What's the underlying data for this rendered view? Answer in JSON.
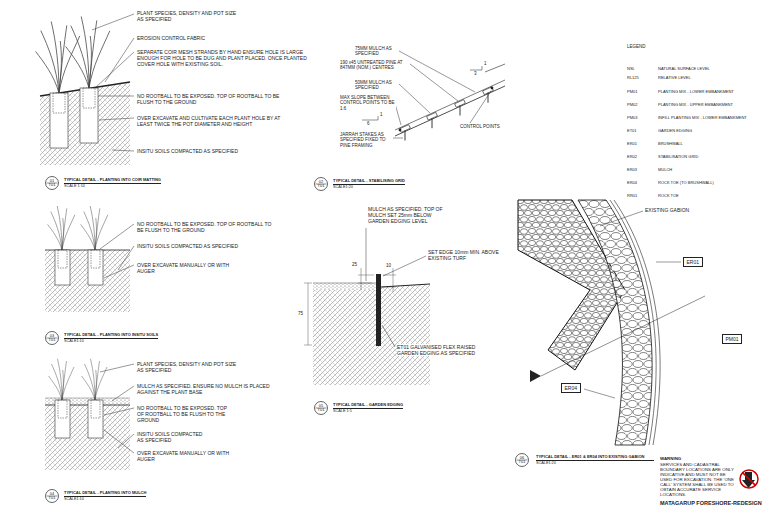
{
  "diagram": {
    "nodes": [
      {
        "text": [
          "01",
          "T01"
        ]
      },
      {
        "text": [
          "02",
          "T01"
        ]
      },
      {
        "text": [
          "03",
          "T01"
        ]
      },
      {
        "text": [
          "04",
          "T01"
        ]
      },
      {
        "text": [
          "05",
          "T01"
        ]
      },
      {
        "text": [
          "06",
          "T01"
        ]
      },
      {
        "text": [
          "ER01"
        ]
      },
      {
        "text": [
          "PM01"
        ]
      },
      {
        "text": [
          "ER04"
        ]
      }
    ],
    "labels": [
      "PLANT SPECIES, DENSITY AND POT SIZE AS SPECIFIED",
      "EROSION CONTROL FABRIC",
      "SEPARATE COIR MESH STRANDS BY HAND ENSURE HOLE IS LARGE ENOUGH FOR HOLE TO BE DUG AND PLANT PLACED. ONCE PLANTED COVER HOLE WITH EXISTING SOIL.",
      "NO ROOTBALL TO BE EXPOSED. TOP OF ROOTBALL TO BE FLUSH TO THE GROUND",
      "OVER EXCAVATE AND CULTIVATE EACH PLANT HOLE BY AT LEAST TWICE THE POT DIAMETER AND HEIGHT",
      "INSITU SOILS COMPACTED AS SPECIFIED",
      "TYPICAL DETAIL - PLANTING INTO COIR MATTING",
      "SCALE 1:10",
      "75MM MULCH AS SPECIFIED",
      "190 x45 UNTREATED PINE AT 847MM (NOM.) CENTRES",
      "50MM MULCH AS SPECIFIED",
      "MAX SLOPE BETWEEN CONTROL POINTS TO BE 1:6",
      "6",
      "1",
      "3",
      "1",
      "JARRAH STAKES AS SPECIFIED FIXED TO PINE FRAMING",
      "CONTROL POINTS",
      "TYPICAL DETAIL - STABILISING GRID",
      "SCALE1:20",
      "LEGEND",
      "NSL",
      "RL125",
      "PM01",
      "PM02",
      "PM03",
      "ET01",
      "ER01",
      "ER02",
      "ER03",
      "ER04",
      "RR01",
      "NO ROOTBALL TO BE EXPOSED. TOP OF ROOTBALL TO BE FLUSH TO THE GROUND",
      "INSITU SOILS COMPACTED AS SPECIFIED",
      "OVER EXCAVATE MANUALLY OR WITH AUGER",
      "TYPICAL DETAIL - PLANTING INTO INSITU SOILS",
      "SCALE1:10",
      "PLANT SPECIES, DENSITY AND POT SIZE AS SPECIFIED",
      "MULCH AS SPECIFIED. ENSURE NO MULCH IS PLACED AGAINST THE PLANT BASE",
      "NO ROOTBALL TO BE EXPOSED. TOP OF ROOTBALL TO BE FLUSH TO THE GROUND",
      "INSITU SOILS COMPACTED AS SPECIFIED",
      "OVER EXCAVATE MANUALLY OR WITH AUGER",
      "TYPICAL DETAIL - PLANTING INTO MULCH",
      "SCALE1:10",
      "MULCH AS SPECIFIED. TOP OF MULCH SET 25mm BELOW GARDEN EDGING LEVEL",
      "SET EDGE 10mm MIN. ABOVE EXISTING TURF",
      "25",
      "10",
      "75",
      "ET01 GALVANISED FLEX RAISED GARDEN EDGING AS SPECIFIED",
      "TYPICAL DETAIL - GARDEN EDGING",
      "SCALE 1:5",
      "EXISTING GABION",
      "TYPICAL DETAIL - ER01 & ER04 INTO EXISTING GABION",
      "SCALE1:20",
      "WARNING",
      "SERVICES AND CADASTRAL BOUNDARY LOCATIONS ARE ONLY INDICATIVE AND MUST NOT BE USED FOR EXCAVATION. THE 'ONE CALL' SYSTEM SHALL BE USED TO OBTAIN ACCURATE SERVICE LOCATIONS.",
      "MATAGARUP FORESHORE-REDESIGN"
    ],
    "legend": [
      {
        "text": "NATURAL SURFACE LEVEL"
      },
      {
        "text": "RELATIVE LEVEL"
      },
      {
        "text": "PLANTING MIX - LOWER EMBANKMENT"
      },
      {
        "text": "PLANTING MIX - UPPER EMBANKMENT"
      },
      {
        "text": "INFILL PLANTING MIX - LOWER EMBANKMENT"
      },
      {
        "text": "GARDEN EDGING"
      },
      {
        "text": "BRUSHWALL"
      },
      {
        "text": "STABILISATION GRID"
      },
      {
        "text": "MULCH"
      },
      {
        "text": "ROCK TOE (TO BRUSHWALL)"
      },
      {
        "text": "ROCK TOE"
      }
    ]
  }
}
